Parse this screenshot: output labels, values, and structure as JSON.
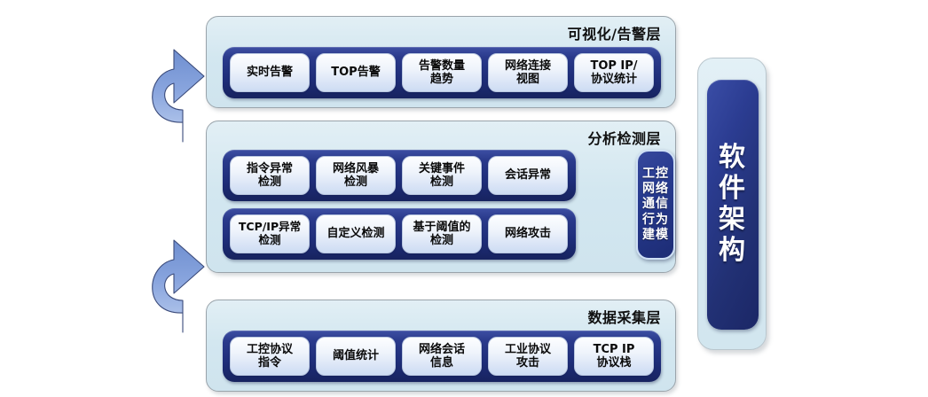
{
  "diagram": {
    "title": "软件架构",
    "background": "#ffffff",
    "accent_navy": "#1e2d79",
    "accent_light": "#d3e7f0",
    "chip_fill": "#e6eefb",
    "arrow_fill": "#7b96d4"
  },
  "pillar": {
    "label": "软\n件\n架\n构"
  },
  "layers": [
    {
      "id": "visualization",
      "title": "可视化/告警层",
      "items": [
        {
          "label": "实时告警"
        },
        {
          "label": "TOP告警"
        },
        {
          "label": "告警数量\n趋势"
        },
        {
          "label": "网络连接\n视图"
        },
        {
          "label": "TOP IP/\n协议统计"
        }
      ]
    },
    {
      "id": "analysis",
      "title": "分析检测层",
      "rows": [
        {
          "items": [
            {
              "label": "指令异常\n检测"
            },
            {
              "label": "网络风暴\n检测"
            },
            {
              "label": "关键事件\n检测"
            },
            {
              "label": "会话异常"
            }
          ]
        },
        {
          "items": [
            {
              "label": "TCP/IP异常\n检测"
            },
            {
              "label": "自定义检测"
            },
            {
              "label": "基于阈值的\n检测"
            },
            {
              "label": "网络攻击"
            }
          ]
        }
      ],
      "model_box": {
        "label": "工控\n网络\n通信\n行为\n建模"
      }
    },
    {
      "id": "collection",
      "title": "数据采集层",
      "items": [
        {
          "label": "工控协议\n指令"
        },
        {
          "label": "阈值统计"
        },
        {
          "label": "网络会话\n信息"
        },
        {
          "label": "工业协议\n攻击"
        },
        {
          "label": "TCP IP\n协议栈"
        }
      ]
    }
  ]
}
